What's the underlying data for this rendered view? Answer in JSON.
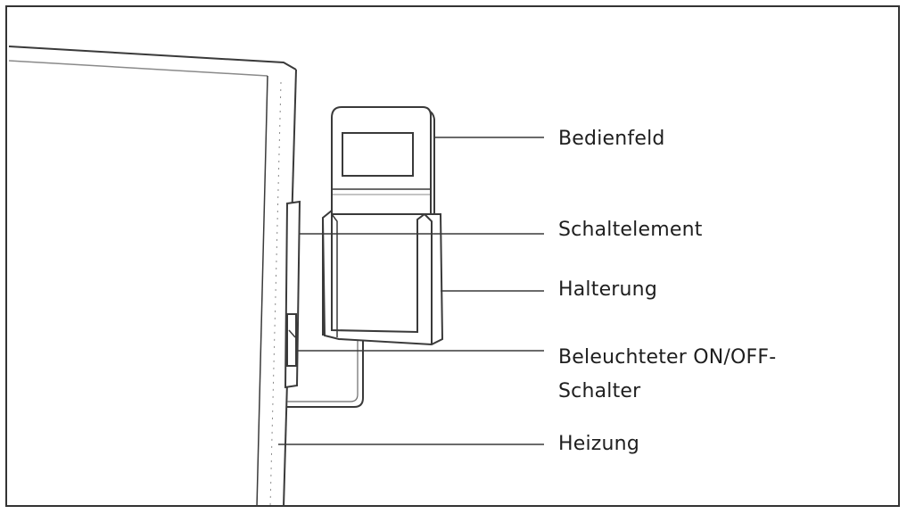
{
  "colors": {
    "line": "#3a3a3a",
    "light_line": "#8a8a8a",
    "text": "#1e1e1e",
    "background": "#ffffff"
  },
  "labels": {
    "bedienfeld": "Bedienfeld",
    "schaltelement": "Schaltelement",
    "halterung": "Halterung",
    "switch_line1": "Beleuchteter ON/OFF-",
    "switch_line2": "Schalter",
    "heizung": "Heizung"
  }
}
